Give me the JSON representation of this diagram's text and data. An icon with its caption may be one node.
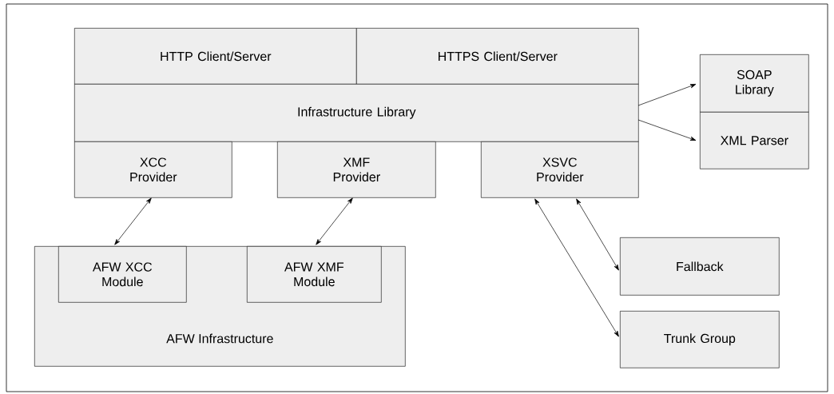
{
  "diagram": {
    "nodes": [
      {
        "text": [
          "HTTP Client/Server"
        ]
      },
      {
        "text": [
          "HTTPS Client/Server"
        ]
      },
      {
        "text": [
          "Infrastructure Library"
        ]
      },
      {
        "text": [
          "XCC Provider"
        ]
      },
      {
        "text": [
          "XMF Provider"
        ]
      },
      {
        "text": [
          "XSVC Provider"
        ]
      },
      {
        "text": [
          "SOAP Library"
        ]
      },
      {
        "text": [
          "XML Parser"
        ]
      },
      {
        "text": [
          "AFW Infrastructure"
        ]
      },
      {
        "text": [
          "AFW XCC Module"
        ],
        "in": 8
      },
      {
        "text": [
          "AFW XMF Module"
        ],
        "in": 8
      },
      {
        "text": [
          "Fallback"
        ]
      },
      {
        "text": [
          "Trunk Group"
        ]
      }
    ],
    "edges": [
      {
        "from": 2,
        "to": 6,
        "arrow": "to"
      },
      {
        "from": 2,
        "to": 7,
        "arrow": "to"
      },
      {
        "from": 3,
        "to": 9,
        "arrow": "both"
      },
      {
        "from": 4,
        "to": 10,
        "arrow": "both"
      },
      {
        "from": 5,
        "to": 12,
        "arrow": "both"
      },
      {
        "from": 5,
        "to": 11,
        "arrow": "both"
      }
    ]
  }
}
